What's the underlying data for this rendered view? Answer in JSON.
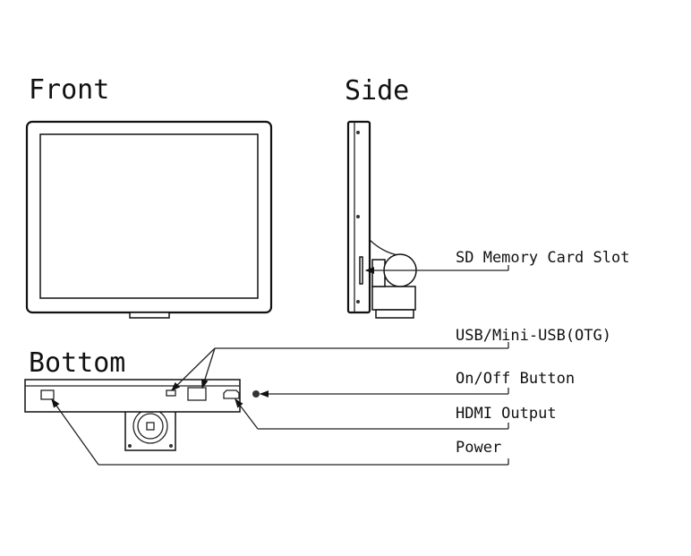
{
  "views": {
    "front": "Front",
    "side": "Side",
    "bottom": "Bottom"
  },
  "callouts": {
    "sd_slot": "SD Memory Card Slot",
    "usb": "USB/Mini-USB(OTG)",
    "power_button": "On/Off Button",
    "hdmi": "HDMI Output",
    "power": "Power"
  }
}
